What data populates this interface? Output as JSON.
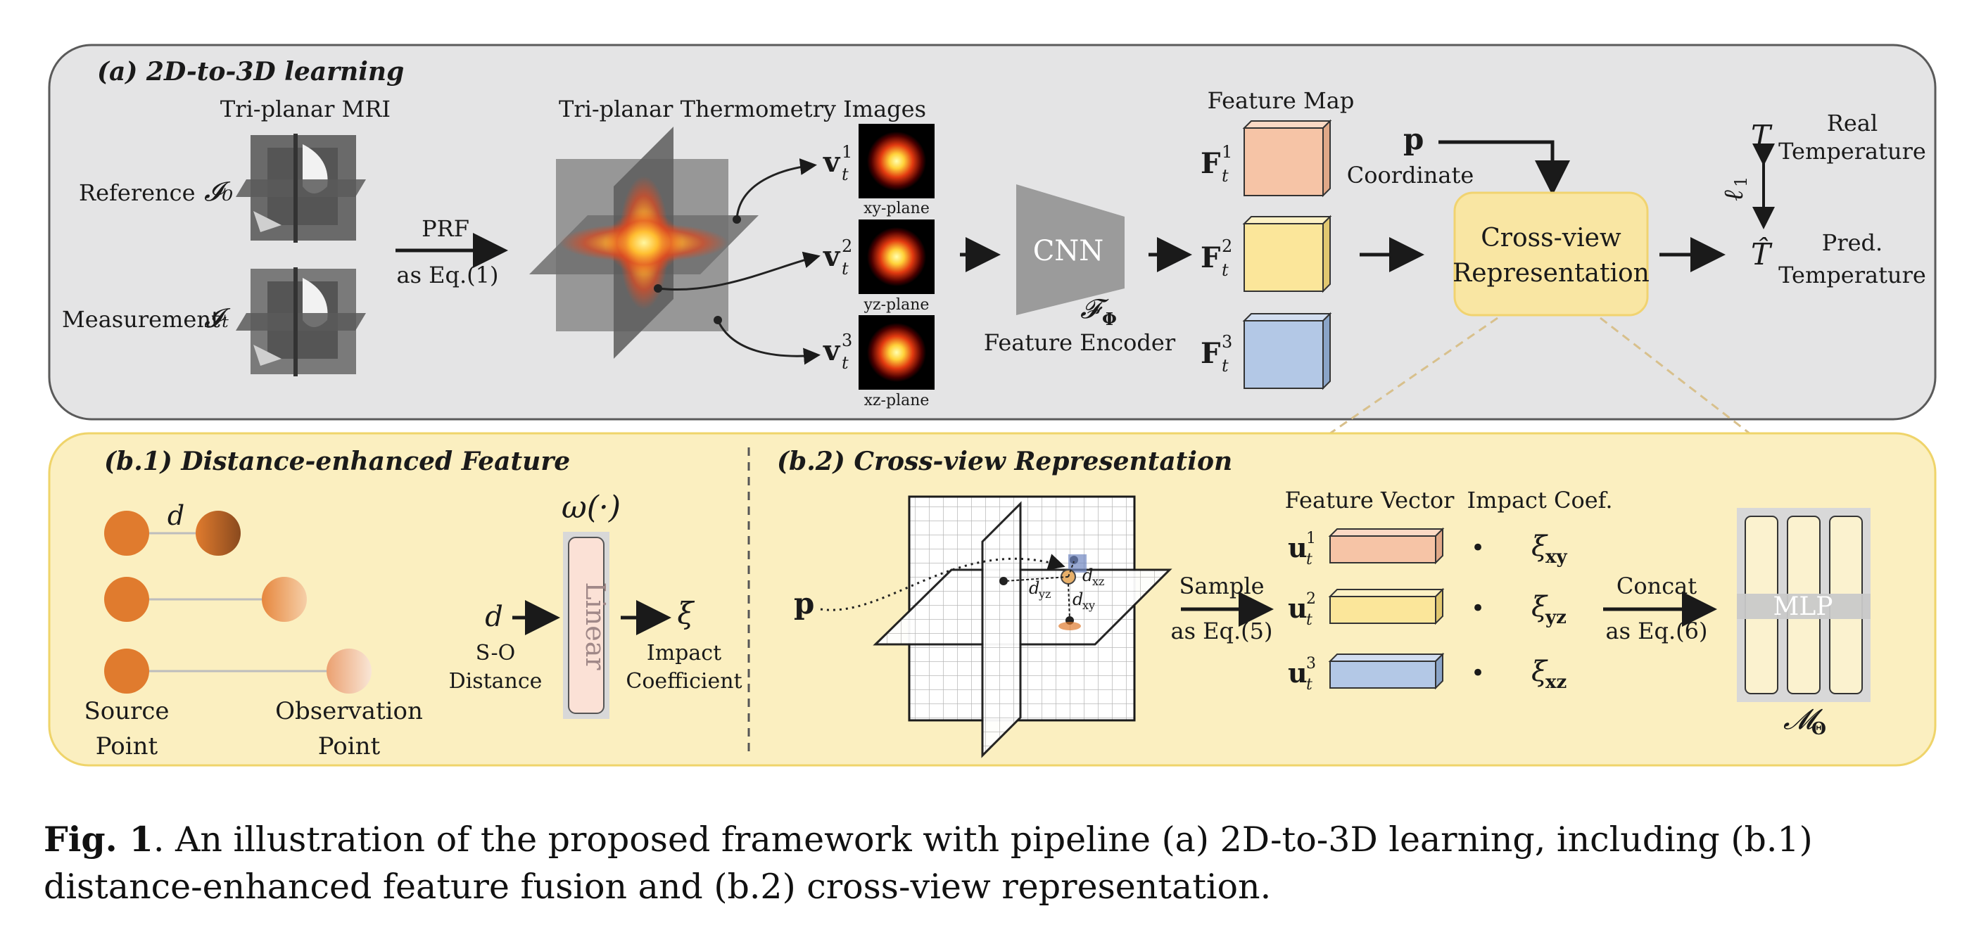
{
  "colors": {
    "panel_a_bg": "#e4e4e5",
    "panel_a_border": "#5a5a5a",
    "panel_b_bg": "#fbefc0",
    "panel_b_border": "#efd46a",
    "crossview_fill": "#f9e6a3",
    "feature_1": "#f6c4a6",
    "feature_2": "#fbe69a",
    "feature_3": "#b3c8e6",
    "cnn": "#9b9b9b",
    "source_point": "#e07b2e",
    "linear_fill": "#fbe1d6"
  },
  "panel_a": {
    "title": "(a) 2D-to-3D learning",
    "mri_title": "Tri-planar MRI",
    "reference_label": "Reference",
    "reference_symbol": "𝓘₀",
    "measurement_label": "Measurement",
    "measurement_symbol": "𝓘ₜ",
    "prf_label": "PRF",
    "prf_eq": "as Eq.(1)",
    "thermo_title": "Tri-planar  Thermometry Images",
    "v1": "v",
    "v_sup": [
      "1",
      "2",
      "3"
    ],
    "v_sub": "t",
    "planes": [
      "xy-plane",
      "yz-plane",
      "xz-plane"
    ],
    "cnn_label": "CNN",
    "cnn_symbol": "𝓕",
    "cnn_sub": "Φ",
    "feature_encoder": "Feature Encoder",
    "feature_map_title": "Feature Map",
    "F": "F",
    "p_label": "p",
    "coordinate_label": "Coordinate",
    "crossview_line1": "Cross-view",
    "crossview_line2": "Representation",
    "T": "T",
    "T_hat": "T̂",
    "l1": "ℓ",
    "l1_sub": "1",
    "real_line1": "Real",
    "real_line2": "Temperature",
    "pred_line1": "Pred.",
    "pred_line2": "Temperature"
  },
  "panel_b1": {
    "title": "(b.1) Distance-enhanced Feature",
    "d_label": "d",
    "omega_label": "ω(·)",
    "linear_label": "Linear",
    "so_line1": "S-O",
    "so_line2": "Distance",
    "xi_label": "ξ",
    "impact_line1": "Impact",
    "impact_line2": "Coefficient",
    "source_line1": "Source",
    "source_line2": "Point",
    "obs_line1": "Observation",
    "obs_line2": "Point"
  },
  "panel_b2": {
    "title": "(b.2) Cross-view Representation",
    "p_label": "p",
    "d_xz": "d",
    "d_xz_sub": "xz",
    "d_yz": "d",
    "d_yz_sub": "yz",
    "d_xy": "d",
    "d_xy_sub": "xy",
    "sample_label": "Sample",
    "sample_eq": "as Eq.(5)",
    "feature_vector_title": "Feature Vector",
    "impact_coef_title": "Impact Coef.",
    "u": "u",
    "xi": "ξ",
    "xi_subs": [
      "xy",
      "yz",
      "xz"
    ],
    "dot": "•",
    "concat_label": "Concat",
    "concat_eq": "as Eq.(6)",
    "mlp_label": "MLP",
    "mlp_symbol": "𝓜",
    "mlp_sub": "Θ"
  },
  "caption": {
    "label": "Fig. 1",
    "text": ". An illustration of the proposed framework with pipeline (a) 2D-to-3D learning, including (b.1) distance-enhanced feature fusion and (b.2) cross-view representation."
  }
}
